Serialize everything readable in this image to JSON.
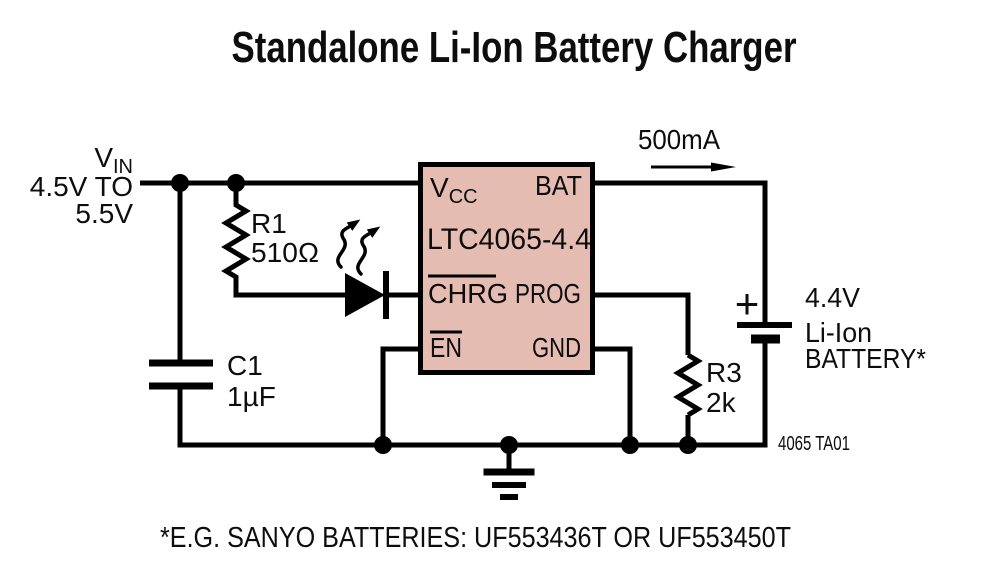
{
  "title": "Standalone Li-Ion Battery Charger",
  "colors": {
    "ic_fill": "#e5bcb2",
    "line": "#000000"
  },
  "input": {
    "v": "V",
    "v_sub": "IN",
    "range_line1": "4.5V TO",
    "range_line2": "5.5V"
  },
  "components": {
    "r1": {
      "name": "R1",
      "value": "510Ω"
    },
    "c1": {
      "name": "C1",
      "value": "1µF"
    },
    "r3": {
      "name": "R3",
      "value": "2k"
    }
  },
  "ic": {
    "part": "LTC4065-4.4",
    "pins": {
      "vcc_v": "V",
      "vcc_sub": "CC",
      "bat": "BAT",
      "chrg": "CHRG",
      "prog": "PROG",
      "en": "EN",
      "gnd": "GND"
    }
  },
  "output": {
    "current": "500mA"
  },
  "battery": {
    "plus": "+",
    "voltage": "4.4V",
    "chemistry": "Li-Ion",
    "label": "BATTERY*"
  },
  "figure_ref": "4065 TA01",
  "footnote": "*E.G. SANYO BATTERIES:  UF553436T OR UF553450T"
}
